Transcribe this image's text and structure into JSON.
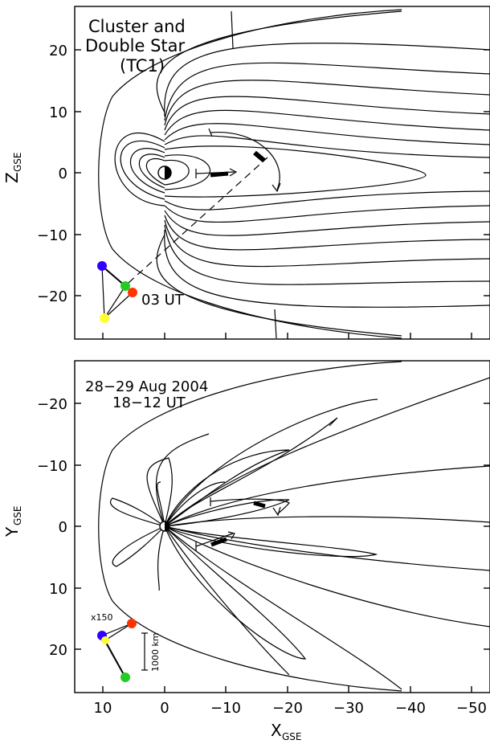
{
  "top_panel": {
    "title_lines": [
      "Cluster and",
      "Double Star",
      "(TC1)"
    ],
    "y_axis_label": "Z",
    "y_axis_subscript": "GSE",
    "y_ticks": [
      "20",
      "10",
      "0",
      "−10",
      "−20"
    ],
    "time_label": "03 UT",
    "spacecraft_colors": [
      "#3300ff",
      "#22cc22",
      "#ff3300",
      "#ffff33"
    ]
  },
  "bottom_panel": {
    "date_lines": [
      "28−29 Aug 2004",
      "18−12 UT"
    ],
    "y_axis_label": "Y",
    "y_axis_subscript": "GSE",
    "y_ticks": [
      "−20",
      "−10",
      "0",
      "10",
      "20"
    ],
    "scale_factor": "x150",
    "scale_bar_label": "1000 km",
    "spacecraft_colors": [
      "#3300ff",
      "#ff3300",
      "#ffff33",
      "#22cc22"
    ]
  },
  "x_axis": {
    "label": "X",
    "subscript": "GSE",
    "ticks": [
      "10",
      "0",
      "−10",
      "−20",
      "−30",
      "−40",
      "−50"
    ]
  }
}
